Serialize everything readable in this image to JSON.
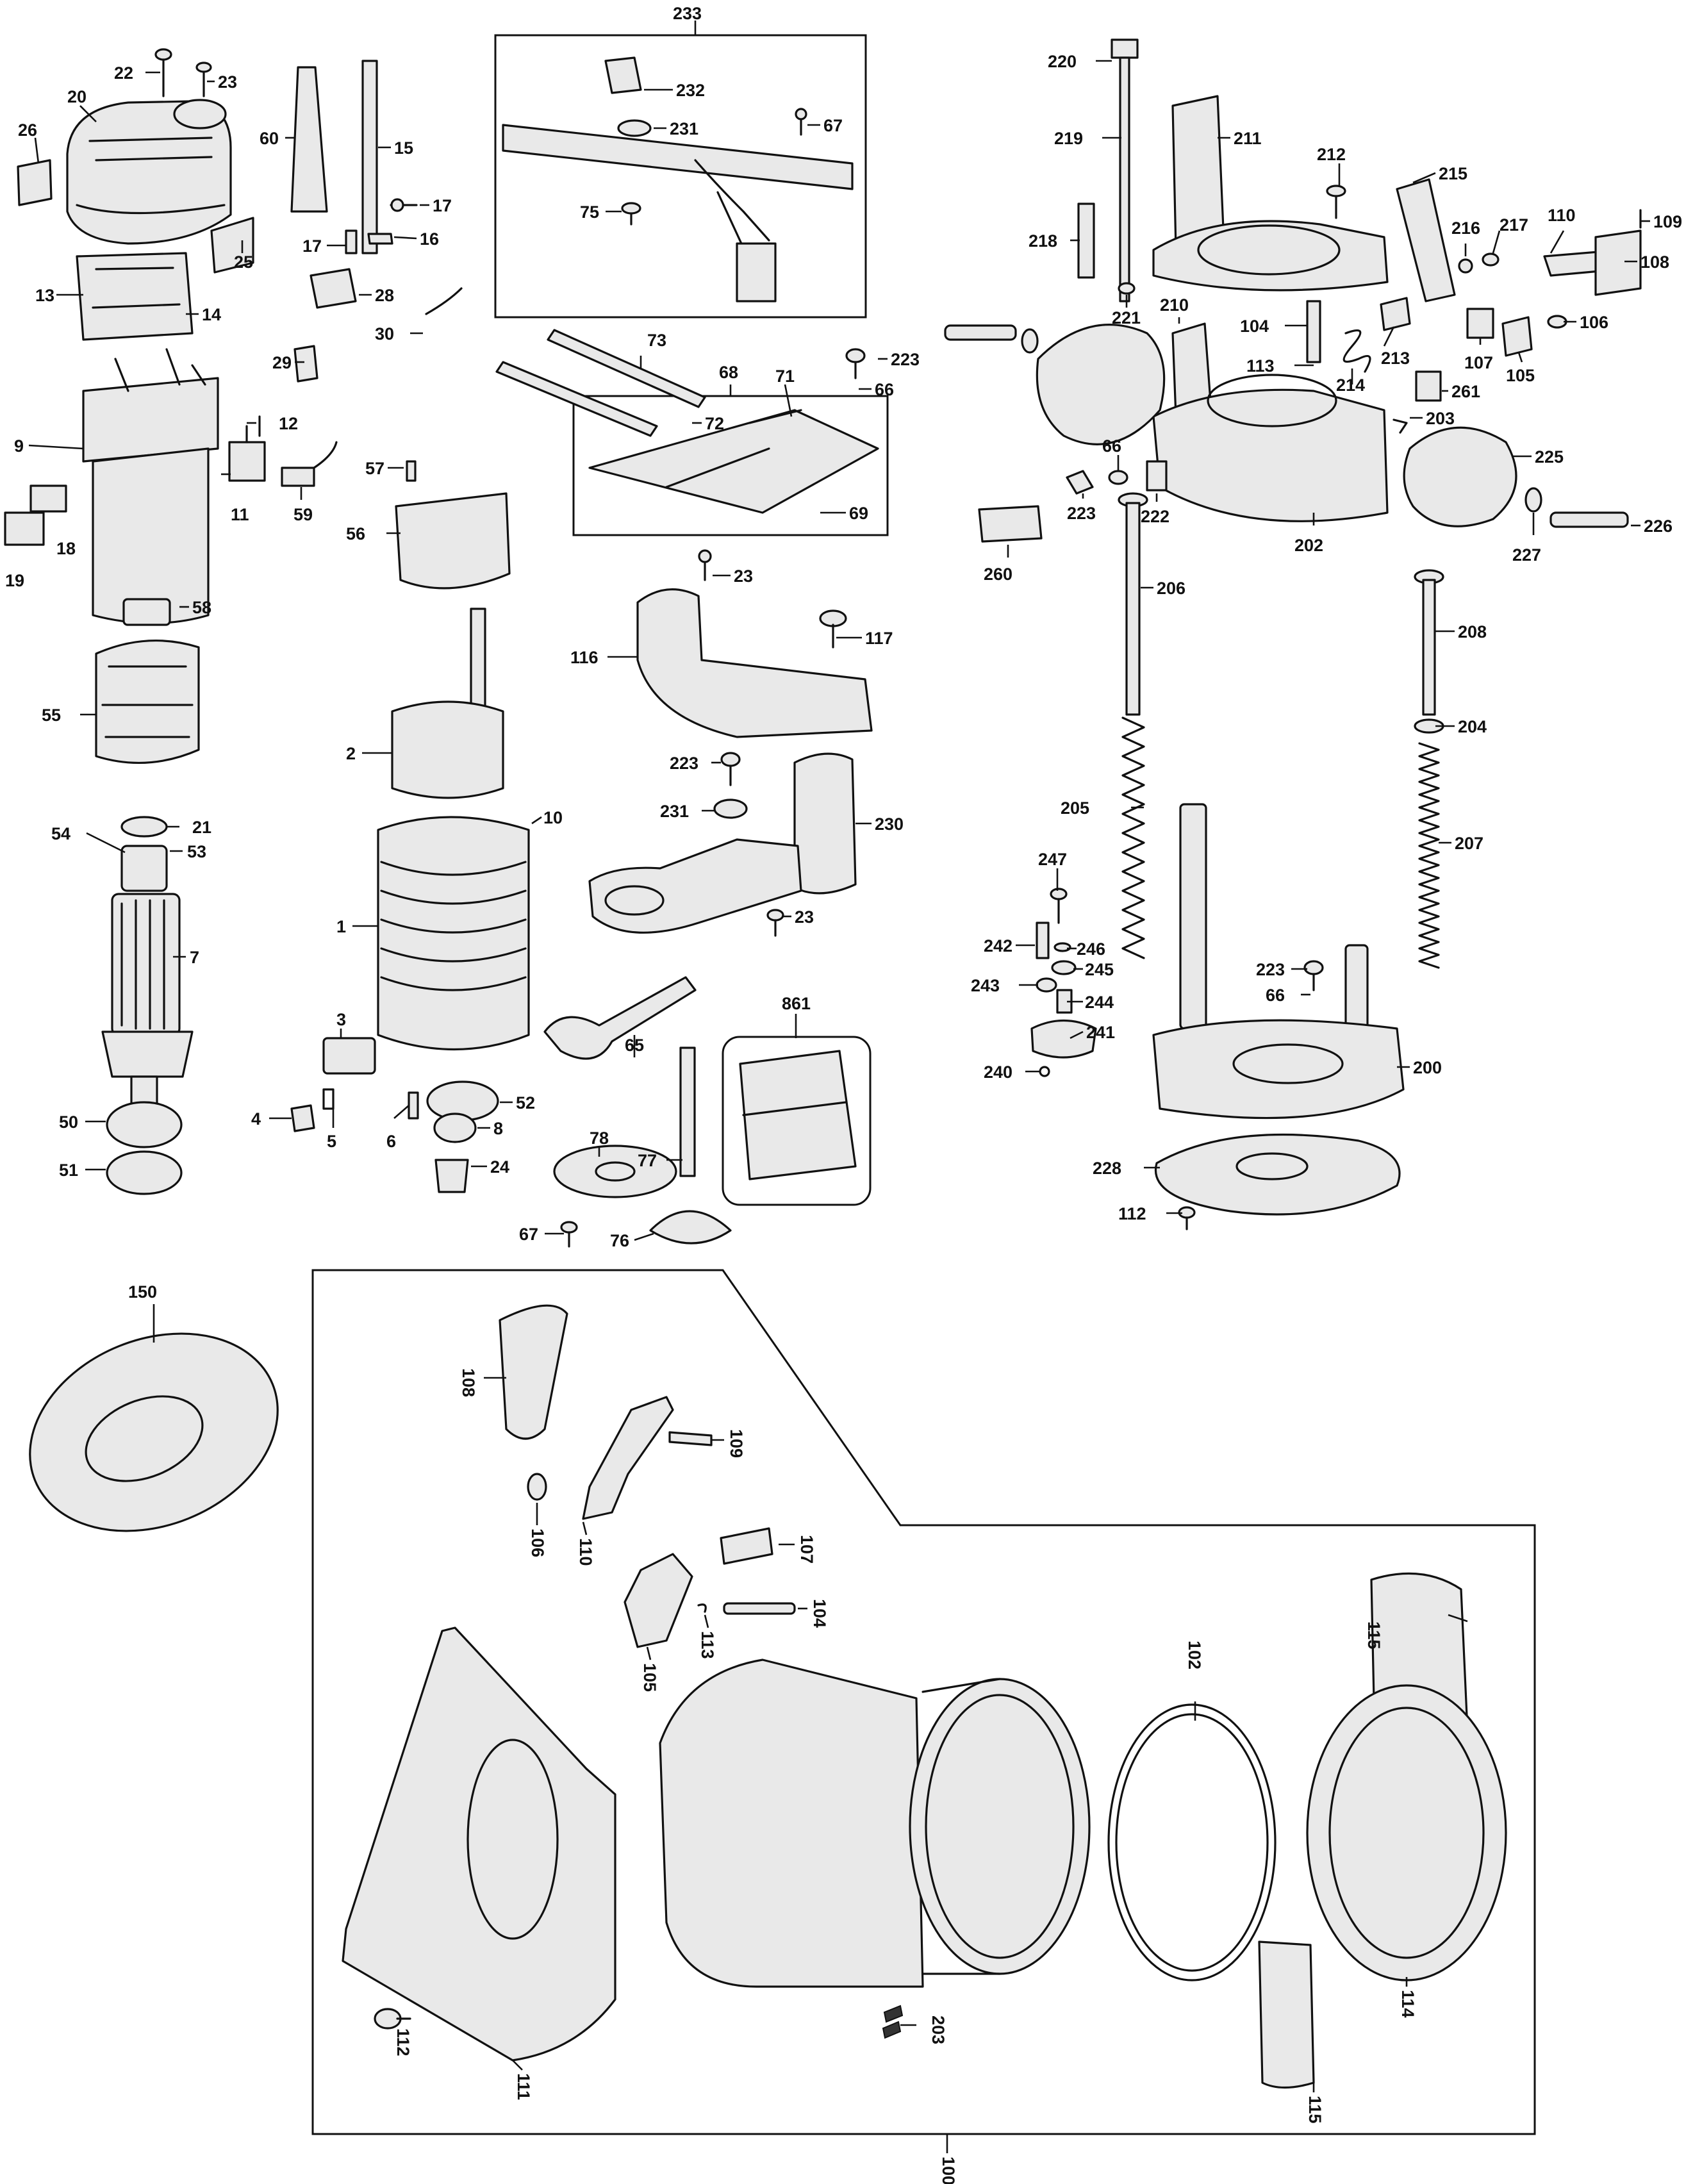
{
  "part_numbers": {
    "p1": "1",
    "p2": "2",
    "p3": "3",
    "p4": "4",
    "p5": "5",
    "p6": "6",
    "p7": "7",
    "p8": "8",
    "p9": "9",
    "p10": "10",
    "p11": "11",
    "p12": "12",
    "p13": "13",
    "p14": "14",
    "p15": "15",
    "p16": "16",
    "p17a": "17",
    "p17b": "17",
    "p18": "18",
    "p19": "19",
    "p20": "20",
    "p21": "21",
    "p22": "22",
    "p23a": "23",
    "p23b": "23",
    "p23c": "23",
    "p24": "24",
    "p25": "25",
    "p26": "26",
    "p28": "28",
    "p29": "29",
    "p30": "30",
    "p50": "50",
    "p51": "51",
    "p52": "52",
    "p53": "53",
    "p54": "54",
    "p55": "55",
    "p56": "56",
    "p57": "57",
    "p58": "58",
    "p59": "59",
    "p60": "60",
    "p65": "65",
    "p66a": "66",
    "p66b": "66",
    "p66c": "66",
    "p67a": "67",
    "p67b": "67",
    "p68": "68",
    "p69": "69",
    "p71": "71",
    "p72": "72",
    "p73": "73",
    "p75": "75",
    "p76": "76",
    "p77": "77",
    "p78": "78",
    "p861": "861",
    "p116": "116",
    "p117": "117",
    "p150": "150",
    "p200": "200",
    "p202": "202",
    "p203a": "203",
    "p203b": "203",
    "p204": "204",
    "p205": "205",
    "p206": "206",
    "p207": "207",
    "p208": "208",
    "p210": "210",
    "p211": "211",
    "p212": "212",
    "p213": "213",
    "p214": "214",
    "p215": "215",
    "p216": "216",
    "p217": "217",
    "p218": "218",
    "p219": "219",
    "p220": "220",
    "p221": "221",
    "p222": "222",
    "p223a": "223",
    "p223b": "223",
    "p223c": "223",
    "p223d": "223",
    "p225": "225",
    "p226": "226",
    "p227": "227",
    "p228": "228",
    "p230": "230",
    "p231a": "231",
    "p231b": "231",
    "p232": "232",
    "p233": "233",
    "p240": "240",
    "p241": "241",
    "p242": "242",
    "p243": "243",
    "p244": "244",
    "p245": "245",
    "p246": "246",
    "p247": "247",
    "p260": "260",
    "p261": "261",
    "p104a": "104",
    "p104b": "104",
    "p105a": "105",
    "p105b": "105",
    "p106a": "106",
    "p106b": "106",
    "p107a": "107",
    "p107b": "107",
    "p108a": "108",
    "p108b": "108",
    "p109a": "109",
    "p109b": "109",
    "p110a": "110",
    "p110b": "110",
    "p111": "111",
    "p112a": "112",
    "p112b": "112",
    "p113a": "113",
    "p113b": "113",
    "p102": "102",
    "p114": "114",
    "p115a": "115",
    "p115b": "115",
    "p100": "100"
  }
}
